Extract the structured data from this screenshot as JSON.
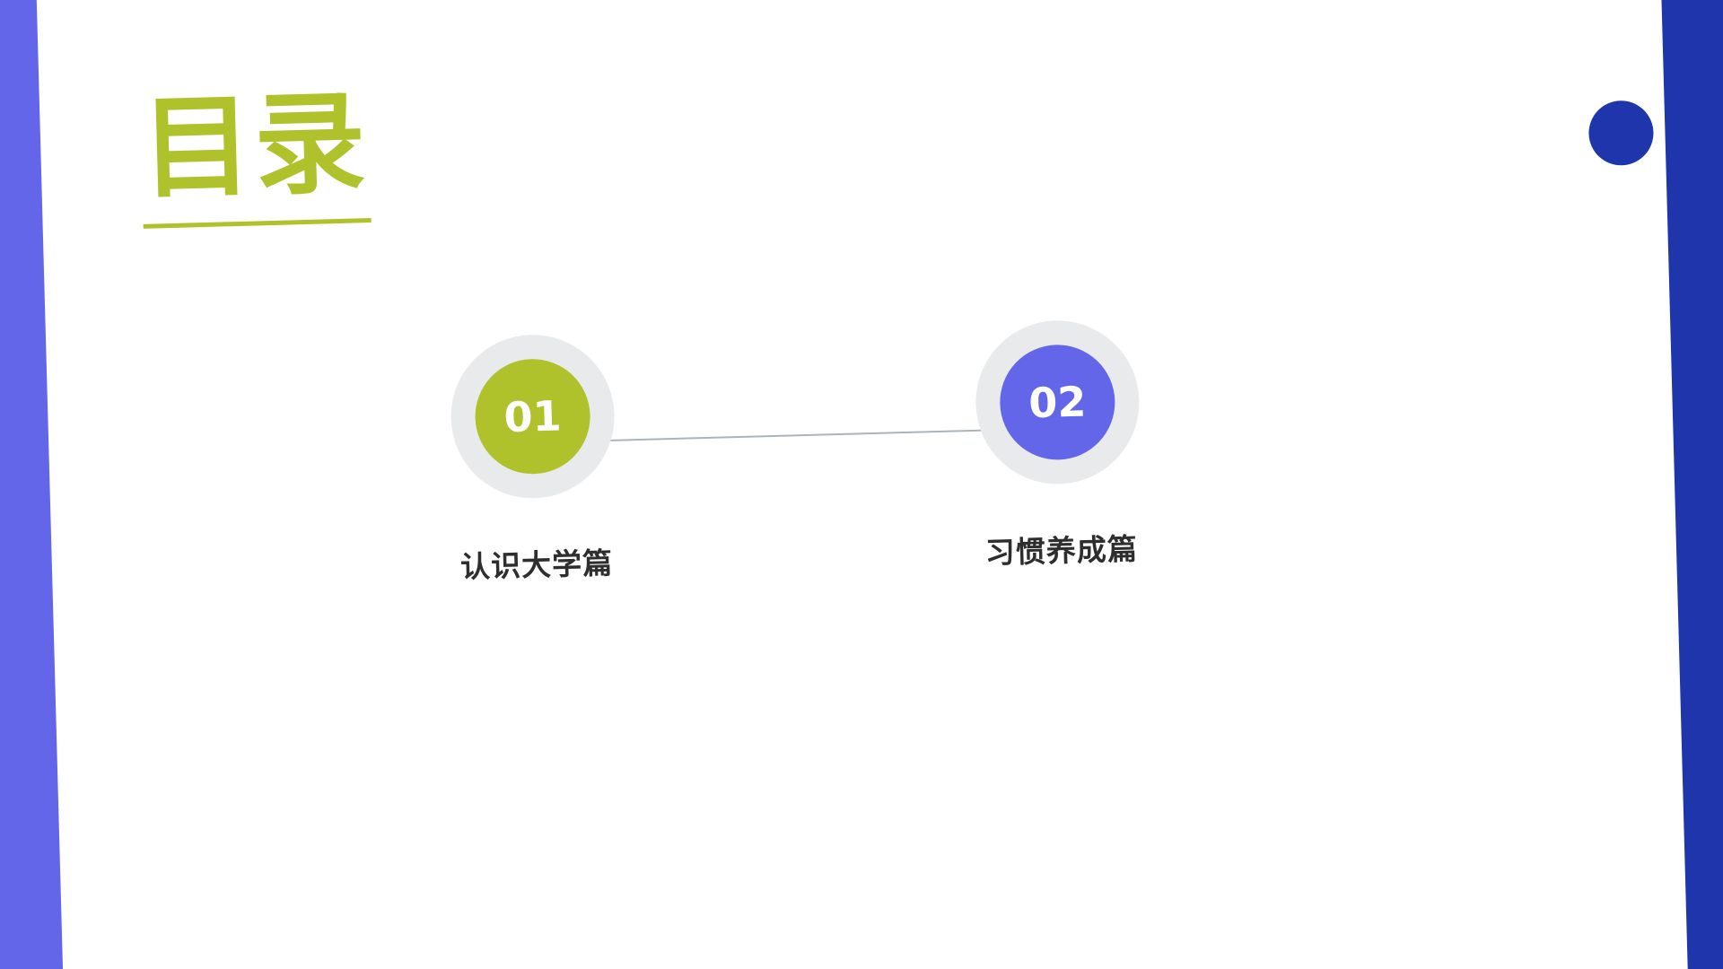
{
  "slide": {
    "title": "目录",
    "theme": {
      "background_periwinkle": "#6366E8",
      "background_navy": "#1F35AB",
      "card_white": "#FFFFFF",
      "accent_green": "#AFC22B",
      "accent_blue": "#6366E8",
      "ring_gray": "#E9EAEC",
      "connector_gray": "#AAB4BF",
      "label_dark": "#2E2E2E",
      "stripe_lime": "#D4EE00",
      "stripe_dark": "#333333",
      "stripe_pink": "#CC7FD4"
    }
  },
  "decor": {
    "stripe_lime_name": "lime-stripe",
    "stripe_dark_name": "dark-stripe",
    "stripe_pink_name": "pink-stripe",
    "navy_dot_name": "navy-dot"
  },
  "steps": [
    {
      "number": "01",
      "label": "认识大学篇",
      "color": "#AFC22B"
    },
    {
      "number": "02",
      "label": "习惯养成篇",
      "color": "#6366E8"
    }
  ]
}
